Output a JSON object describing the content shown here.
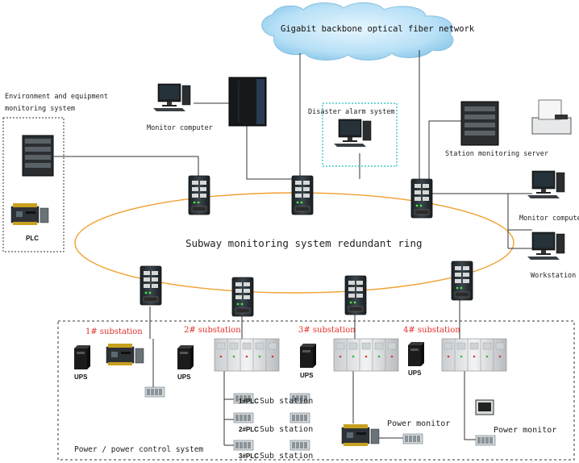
{
  "cloud": {
    "label": "Gigabit backbone optical fiber network",
    "color": "#a8d8f0"
  },
  "ring": {
    "label": "Subway monitoring system redundant ring",
    "color": "#f0a030"
  },
  "env_box": {
    "title_line1": "Environment and equipment",
    "title_line2": "monitoring system",
    "plc_label": "PLC"
  },
  "top_labels": {
    "monitor_computer_left": "Monitor computer",
    "disaster_alarm": "Disaster alarm system",
    "station_server": "Station monitoring server",
    "monitor_computer_right": "Monitor computer",
    "workstation": "Workstation"
  },
  "substations": [
    {
      "title": "1# substation",
      "ups": "UPS"
    },
    {
      "title": "2# substation",
      "ups": "UPS"
    },
    {
      "title": "3# substation",
      "ups": "UPS"
    },
    {
      "title": "4# substation",
      "ups": "UPS"
    }
  ],
  "plc_rows": [
    {
      "plc": "1#PLC",
      "sub": "Sub station"
    },
    {
      "plc": "2#PLC",
      "sub": "Sub station"
    },
    {
      "plc": "3#PLC",
      "sub": "Sub station"
    }
  ],
  "power_monitor_1": "Power monitor",
  "power_monitor_2": "Power monitor",
  "power_system_label": "Power / power control system",
  "colors": {
    "substation_title": "#e0302a",
    "alarm_box": "#40c8c8",
    "line": "#333333"
  }
}
